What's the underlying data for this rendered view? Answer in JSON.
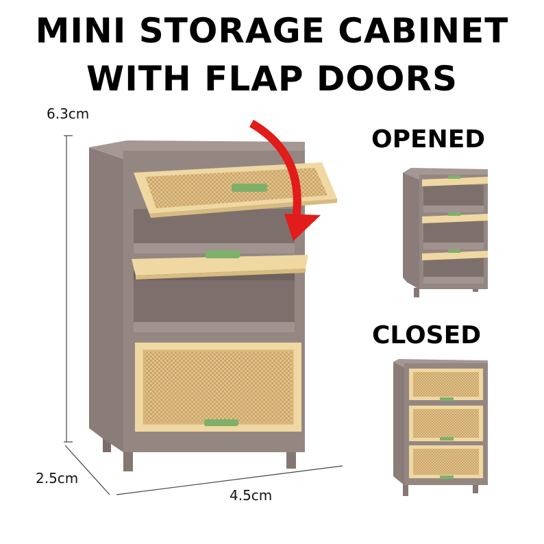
{
  "title": {
    "line1": "MINI STORAGE CABINET",
    "line2": "WITH FLAP DOORS"
  },
  "views": {
    "opened_label": "OPENED",
    "closed_label": "CLOSED"
  },
  "dimensions": {
    "height": "6.3cm",
    "depth": "2.5cm",
    "width": "4.5cm"
  },
  "colors": {
    "cabinet_frame": "#948782",
    "door_panel": "#f0d8a3",
    "handle": "#7fb06a",
    "arrow": "#e21b1b"
  }
}
